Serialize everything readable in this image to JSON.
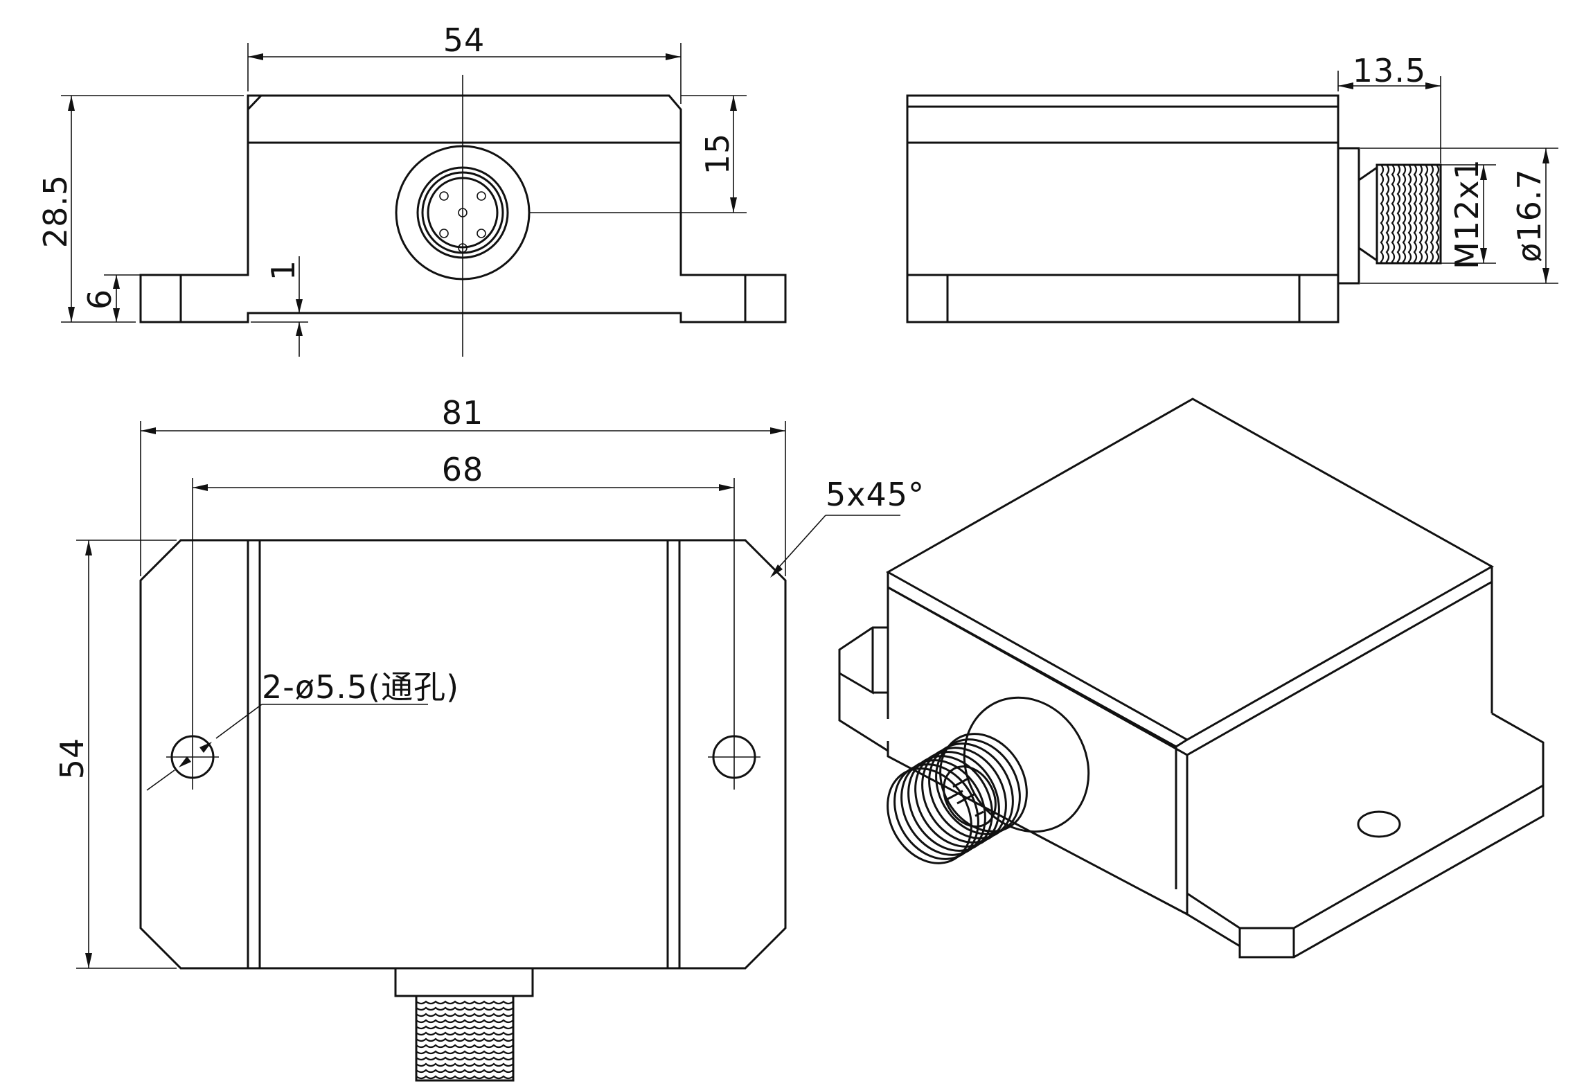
{
  "units": "mm",
  "front_view": {
    "width": "54",
    "height": "28.5",
    "connector_height": "15",
    "flange_thickness": "6",
    "recess": "1"
  },
  "side_view": {
    "connector_length": "13.5",
    "thread": "M12x1",
    "diameter": "ø16.7"
  },
  "top_view": {
    "overall_length": "81",
    "hole_spacing": "68",
    "chamfer": "5x45°",
    "holes": "2-ø5.5(通孔)",
    "width": "54"
  }
}
